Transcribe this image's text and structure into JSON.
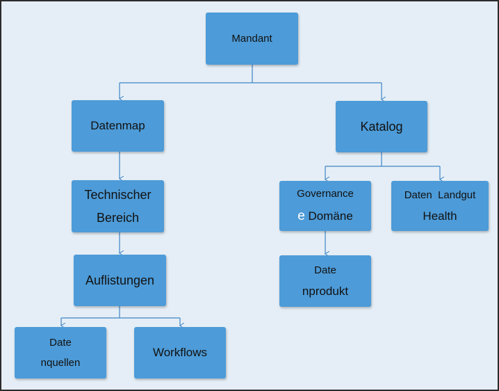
{
  "nodes": {
    "mandant": "Mandant",
    "datenmap": "Datenmap",
    "katalog": "Katalog",
    "technischer_line1": "Technischer",
    "technischer_line2": "Bereich",
    "governance_line1": "Governance",
    "governance_line2_prefix": "e",
    "governance_line2": " Domäne",
    "daten_landgut_line1": "Daten  Landgut",
    "daten_landgut_line2": "Health",
    "auflistungen": "Auflistungen",
    "datenprodukt_line1": "Date",
    "datenprodukt_line2": "nprodukt",
    "datenquellen_line1": "Date",
    "datenquellen_line2": "nquellen",
    "workflows": "Workflows"
  },
  "colors": {
    "node_fill": "#4d9bd8",
    "background": "#e5eef6",
    "connector": "#3d84c6",
    "border": "#2b2b2b"
  }
}
